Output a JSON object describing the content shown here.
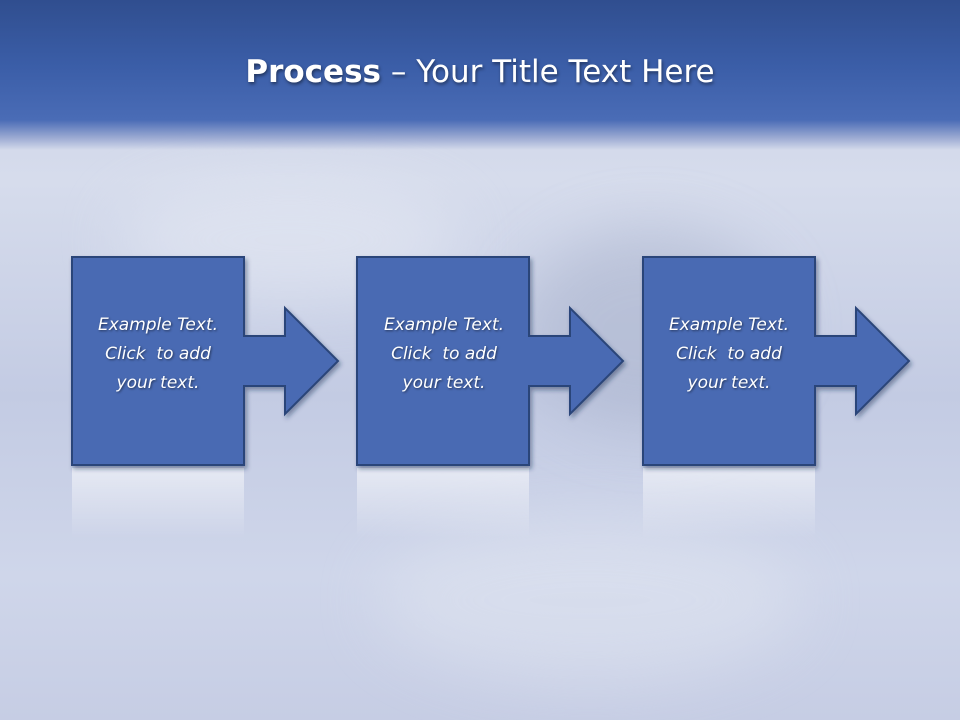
{
  "slide": {
    "title_bold": "Process",
    "title_rest": " – Your Title Text Here"
  },
  "colors": {
    "header": "#3b5ea8",
    "step_fill": "#4a6ab3",
    "step_border": "#2c4579",
    "background": "#cdd4e8"
  },
  "steps": [
    {
      "lines": [
        "Example Text.",
        "Click  to add",
        "your text."
      ]
    },
    {
      "lines": [
        "Example Text.",
        "Click  to add",
        "your text."
      ]
    },
    {
      "lines": [
        "Example Text.",
        "Click  to add",
        "your text."
      ]
    }
  ]
}
